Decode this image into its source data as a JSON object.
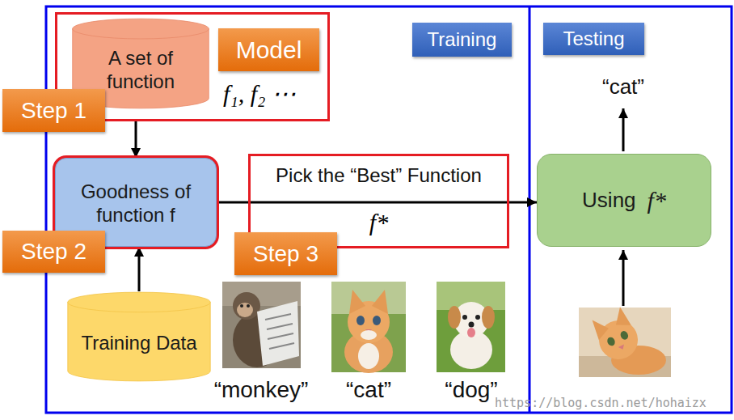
{
  "diagram": {
    "nodes": [
      {
        "text": [
          "f₁, f₂ ⋯"
        ]
      },
      {
        "text": [
          "A set of function"
        ],
        "in": 0
      },
      {
        "text": [
          "Model"
        ],
        "in": 0
      },
      {
        "text": [
          "Training"
        ]
      },
      {
        "text": [
          "Testing"
        ]
      },
      {
        "text": [
          "Step 1"
        ]
      },
      {
        "text": [
          "Goodness of function f"
        ]
      },
      {
        "text": [
          "Pick the “Best” Function",
          "f*"
        ]
      },
      {
        "text": [
          "Using",
          "f*"
        ]
      },
      {
        "text": [
          "Step 2"
        ]
      },
      {
        "text": [
          "Step 3"
        ]
      },
      {
        "text": [
          "Training Data"
        ]
      }
    ],
    "edges": [
      {
        "from": 0,
        "to": 6,
        "arrow": "to"
      },
      {
        "from": 11,
        "to": 6,
        "arrow": "to"
      },
      {
        "from": 6,
        "to": 8,
        "arrow": "to"
      }
    ],
    "labels": [
      "“cat”",
      "“monkey”",
      "“cat”",
      "“dog”",
      "https://blog.csdn.net/hohaizx"
    ]
  }
}
